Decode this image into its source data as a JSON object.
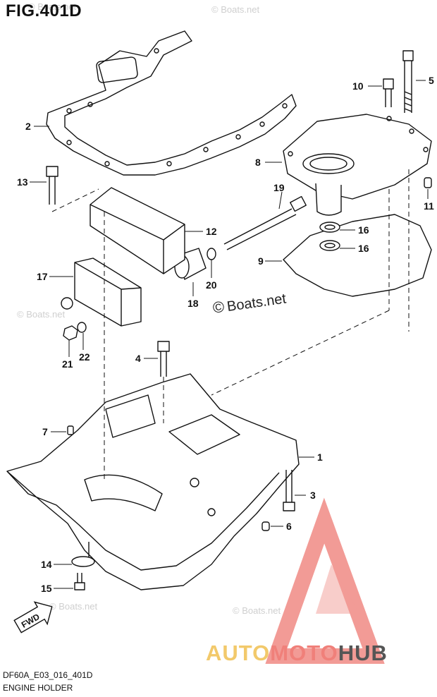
{
  "figure": {
    "title": "FIG.401D",
    "code": "DF60A_E03_016_401D",
    "name": "ENGINE HOLDER"
  },
  "watermark": {
    "copyright_symbol": "©",
    "copyright_text": "Boats.net",
    "faint_text": "© Boats.net"
  },
  "brand": {
    "part1": "AUTO",
    "part2": "MOTO",
    "part3": "HUB",
    "color_auto": "#f2c96b",
    "color_moto": "#f0807a",
    "color_hub": "#555555",
    "logo_color": "#f08a84"
  },
  "fwd_label": "FWD",
  "callouts": [
    "1",
    "2",
    "3",
    "4",
    "5",
    "6",
    "7",
    "8",
    "9",
    "10",
    "11",
    "12",
    "13",
    "14",
    "15",
    "16",
    "16",
    "17",
    "18",
    "19",
    "20",
    "21",
    "22"
  ]
}
